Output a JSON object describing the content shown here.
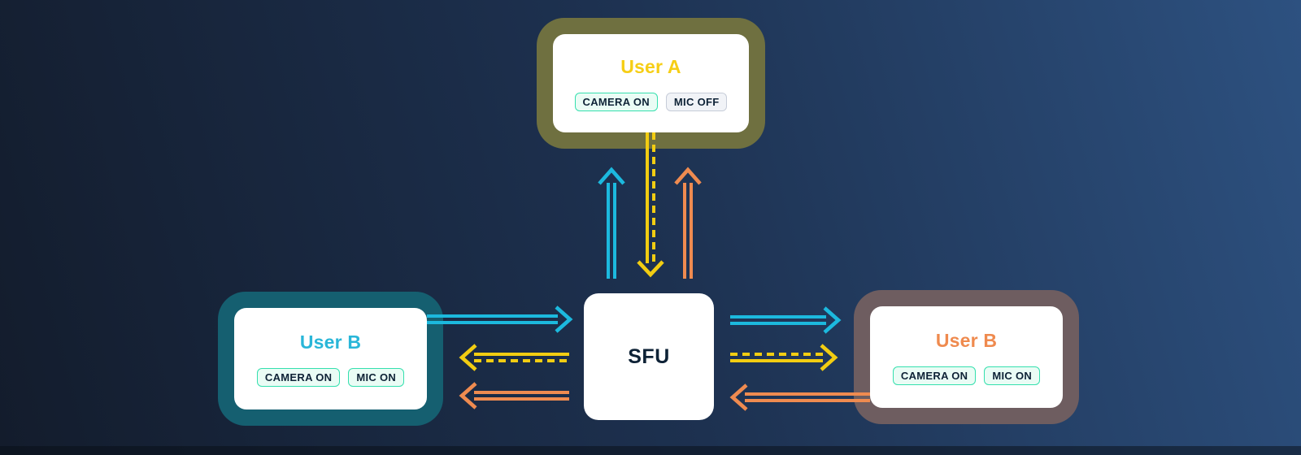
{
  "palette": {
    "card_bg": "#ffffff",
    "text_dark": "#0e2236",
    "user_a_accent": "#f6ce15",
    "user_a_ring": "#6f7040",
    "user_b_left_accent": "#29b6d8",
    "user_b_left_ring": "#155f70",
    "user_b_right_accent": "#ef8a4e",
    "user_b_right_ring": "#6e5d60",
    "badge_on_border": "#35e0ae",
    "badge_on_bg": "#eafcf5",
    "badge_off_border": "#c6ccd8",
    "badge_off_bg": "#f1f3f7",
    "arrow_cyan": "#1cb9de",
    "arrow_yellow": "#f2cd12",
    "arrow_orange": "#ef8b50"
  },
  "nodes": {
    "user_a": {
      "title": "User A",
      "badges": [
        {
          "label": "CAMERA ON",
          "state": "on"
        },
        {
          "label": "MIC OFF",
          "state": "off"
        }
      ]
    },
    "user_b_left": {
      "title": "User B",
      "badges": [
        {
          "label": "CAMERA ON",
          "state": "on"
        },
        {
          "label": "MIC ON",
          "state": "on"
        }
      ]
    },
    "user_b_right": {
      "title": "User B",
      "badges": [
        {
          "label": "CAMERA ON",
          "state": "on"
        },
        {
          "label": "MIC ON",
          "state": "on"
        }
      ]
    },
    "sfu": {
      "title": "SFU"
    }
  },
  "arrows": [
    {
      "id": "sfu-to-user-a-cyan",
      "from": "SFU",
      "to": "User A",
      "direction": "up",
      "color": "#1cb9de",
      "line_styles": [
        "solid",
        "solid"
      ]
    },
    {
      "id": "user-a-to-sfu-yellow",
      "from": "User A",
      "to": "SFU",
      "direction": "down",
      "color": "#f2cd12",
      "line_styles": [
        "solid",
        "dashed"
      ]
    },
    {
      "id": "sfu-to-user-a-orange",
      "from": "SFU",
      "to": "User A",
      "direction": "up",
      "color": "#ef8b50",
      "line_styles": [
        "solid",
        "solid"
      ]
    },
    {
      "id": "user-b-left-to-sfu-cyan",
      "from": "User B (left)",
      "to": "SFU",
      "direction": "right",
      "color": "#1cb9de",
      "line_styles": [
        "solid",
        "solid"
      ]
    },
    {
      "id": "sfu-to-user-b-left-yellow",
      "from": "SFU",
      "to": "User B (left)",
      "direction": "left",
      "color": "#f2cd12",
      "line_styles": [
        "solid",
        "dashed"
      ]
    },
    {
      "id": "sfu-to-user-b-left-orange",
      "from": "SFU",
      "to": "User B (left)",
      "direction": "left",
      "color": "#ef8b50",
      "line_styles": [
        "solid",
        "solid"
      ]
    },
    {
      "id": "sfu-to-user-b-right-cyan",
      "from": "SFU",
      "to": "User B (right)",
      "direction": "right",
      "color": "#1cb9de",
      "line_styles": [
        "solid",
        "solid"
      ]
    },
    {
      "id": "sfu-to-user-b-right-yellow",
      "from": "SFU",
      "to": "User B (right)",
      "direction": "right",
      "color": "#f2cd12",
      "line_styles": [
        "dashed",
        "solid"
      ]
    },
    {
      "id": "user-b-right-to-sfu-orange",
      "from": "User B (right)",
      "to": "SFU",
      "direction": "left",
      "color": "#ef8b50",
      "line_styles": [
        "solid",
        "solid"
      ]
    }
  ]
}
